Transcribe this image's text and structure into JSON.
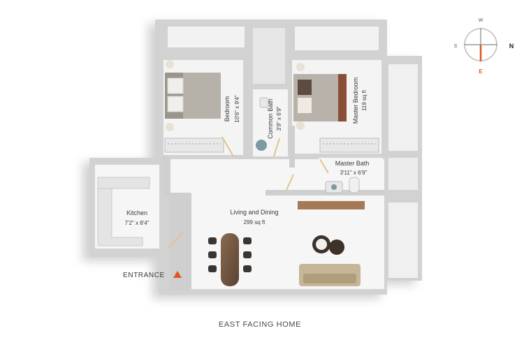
{
  "compass": {
    "north": "N",
    "east": "E",
    "south": "S",
    "west": "W",
    "accent_color": "#e2531f"
  },
  "rooms": {
    "bedroom": {
      "name": "Bedroom",
      "size": "10'6\" x 9'4\""
    },
    "common_bath": {
      "name": "Common Bath",
      "size": "3'9\" x 6'9\""
    },
    "master_bedroom": {
      "name": "Master Bedroom",
      "size": "119 sq ft"
    },
    "master_bath": {
      "name": "Master Bath",
      "size": "3'11\" x 6'9\""
    },
    "kitchen": {
      "name": "Kitchen",
      "size": "7'2\" x 8'4\""
    },
    "living_dining": {
      "name": "Living and Dining",
      "size": "299 sq ft"
    }
  },
  "entrance_label": "ENTRANCE",
  "entrance_marker_color": "#e2531f",
  "footer_caption": "EAST FACING HOME"
}
